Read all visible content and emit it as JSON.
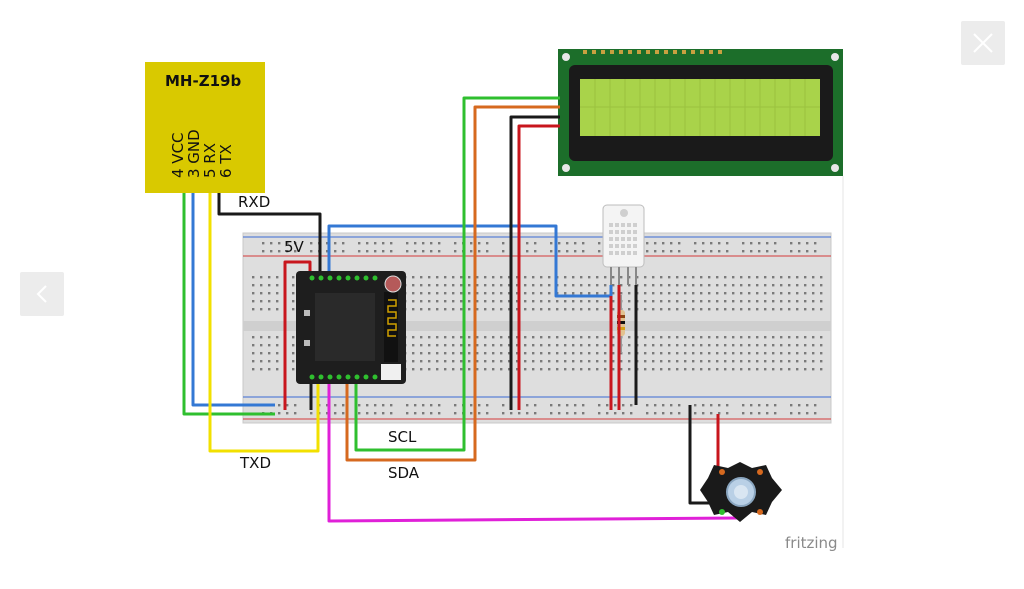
{
  "viewer": {
    "close_icon": "close-icon",
    "prev_icon": "chevron-left-icon"
  },
  "sensor": {
    "title": "MH-Z19b",
    "pins": [
      "4 VCC",
      "3 GND",
      "5 RX",
      "6 TX"
    ],
    "color": "#d9c900"
  },
  "labels": {
    "rxd": "RXD",
    "txd": "TXD",
    "five_v": "5V",
    "scl": "SCL",
    "sda": "SDA"
  },
  "watermark": "fritzing",
  "colors": {
    "wire_black": "#1a1a1a",
    "wire_blue": "#3478d4",
    "wire_green": "#2fbf2f",
    "wire_yellow": "#f2e000",
    "wire_red": "#c8161d",
    "wire_orange": "#d6691f",
    "wire_magenta": "#e020d8",
    "lcd_screen": "#a9d34a"
  }
}
